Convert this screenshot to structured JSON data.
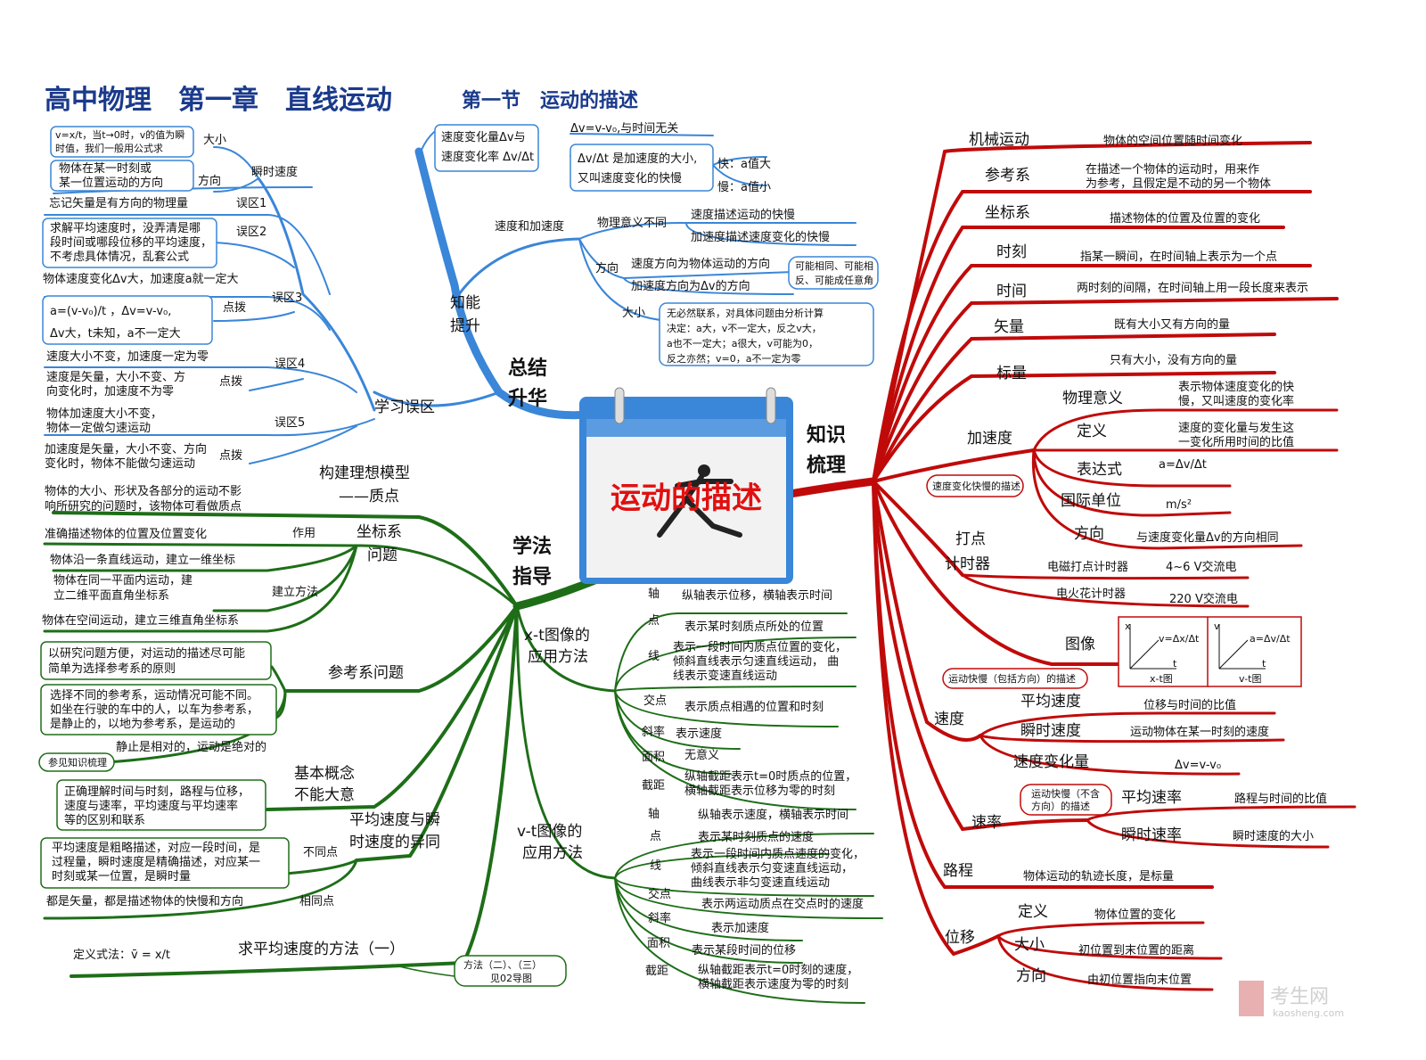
{
  "title": {
    "main": "高中物理　第一章　直线运动",
    "section": "第一节　运动的描述"
  },
  "center": {
    "label": "运动的描述"
  },
  "branches": {
    "zongjie": "总结\n升华",
    "zhishi": "知识\n梳理",
    "xuefa": "学法\n指导",
    "zhineng": "知能\n提升",
    "wuqu": "学习误区"
  },
  "zhineng": {
    "box1": [
      "速度变化量Δv与",
      "速度变化率 Δv/Δt"
    ],
    "dv": "Δv=v-v₀,与时间无关",
    "dvdt": [
      "Δv/Δt 是加速度的大小,",
      "又叫速度变化的快慢"
    ],
    "fast": "快：a值大",
    "slow": "慢：a值小",
    "sudu_jiasudu": "速度和加速度",
    "wuli": "物理意义不同",
    "wuli1": "速度描述运动的快慢",
    "wuli2": "加速度描述速度变化的快慢",
    "fangxiang": "方向",
    "fx1": "速度方向为物体运动的方向",
    "fx2": "加速度方向为Δv的方向",
    "fxnote": [
      "可能相同、可能相",
      "反、可能成任意角"
    ],
    "daxiao": "大小",
    "dxbox": [
      "无必然联系，对具体问题由分析计算",
      "决定：a大，v不一定大，反之v大，",
      "a也不一定大；a很大，v可能为0，",
      "反之亦然；v=0，a不一定为零"
    ]
  },
  "wuqu": {
    "box_v": [
      "v=x/t，当t→0时，v的值为瞬",
      "时值，我们一般用公式求"
    ],
    "daxiao": "大小",
    "fxbox": [
      "物体在某一时刻或",
      "某一位置运动的方向"
    ],
    "fangxiang": "方向",
    "shunshi": "瞬时速度",
    "wq1_text": "忘记矢量是有方向的物理量",
    "wq1": "误区1",
    "wq2_box": [
      "求解平均速度时，没弄清是哪",
      "段时间或哪段位移的平均速度，",
      "不考虑具体情况，乱套公式"
    ],
    "wq2": "误区2",
    "wq3_text": "物体速度变化Δv大，加速度a就一定大",
    "wq3": "误区3",
    "wq3_box": [
      "a=(v-v₀)/t ，Δv=v-v₀,",
      "Δv大，t未知，a不一定大"
    ],
    "dianbo": "点拨",
    "wq4_text": "速度大小不变，加速度一定为零",
    "wq4": "误区4",
    "wq4_box": [
      "速度是矢量，大小不变、方",
      "向变化时，加速度不为零"
    ],
    "wq5_text": [
      "物体加速度大小不变，",
      "物体一定做匀速运动"
    ],
    "wq5": "误区5",
    "wq5_box": [
      "加速度是矢量，大小不变、方向",
      "变化时，物体不能做匀速运动"
    ]
  },
  "zhishi": {
    "items": [
      {
        "k": "机械运动",
        "v": "物体的空间位置随时间变化"
      },
      {
        "k": "参考系",
        "v": "在描述一个物体的运动时，用来作\n为参考，且假定是不动的另一个物体"
      },
      {
        "k": "坐标系",
        "v": "描述物体的位置及位置的变化"
      },
      {
        "k": "时刻",
        "v": "指某一瞬间，在时间轴上表示为一个点"
      },
      {
        "k": "时间",
        "v": "两时刻的间隔，在时间轴上用一段长度来表示"
      },
      {
        "k": "矢量",
        "v": "既有大小又有方向的量"
      },
      {
        "k": "标量",
        "v": "只有大小，没有方向的量"
      }
    ],
    "jiasudu": "加速度",
    "jsd_note": "速度变化快慢的描述",
    "jsd": [
      {
        "k": "物理意义",
        "v": "表示物体速度变化的快\n慢，又叫速度的变化率"
      },
      {
        "k": "定义",
        "v": "速度的变化量与发生这\n一变化所用时间的比值"
      },
      {
        "k": "表达式",
        "v": "a=Δv/Δt"
      },
      {
        "k": "国际单位",
        "v": "m/s²"
      },
      {
        "k": "方向",
        "v": "与速度变化量Δv的方向相同"
      }
    ],
    "dadian": "打点\n计时器",
    "dd1": "电磁打点计时器",
    "dd1v": "4~6 V交流电",
    "dd2": "电火花计时器",
    "dd2v": "220 V交流电",
    "tuxiang": "图像",
    "graph1": {
      "f": "v=Δx/Δt",
      "cap": "x-t图",
      "ax": "x",
      "t": "t"
    },
    "graph2": {
      "f": "a=Δv/Δt",
      "cap": "v-t图",
      "ax": "v",
      "t": "t"
    },
    "sudu_note": "运动快慢（包括方向）的描述",
    "sudu": "速度",
    "sd": [
      {
        "k": "平均速度",
        "v": "位移与时间的比值"
      },
      {
        "k": "瞬时速度",
        "v": "运动物体在某一时刻的速度"
      },
      {
        "k": "速度变化量",
        "v": "Δv=v-v₀"
      }
    ],
    "sulv_note": "运动快慢（不含\n方向）的描述",
    "sulv": "速率",
    "sl": [
      {
        "k": "平均速率",
        "v": "路程与时间的比值"
      },
      {
        "k": "瞬时速率",
        "v": "瞬时速度的大小"
      }
    ],
    "lucheng": "路程",
    "lucheng_v": "物体运动的轨迹长度，是标量",
    "weiyi": "位移",
    "wy": [
      {
        "k": "定义",
        "v": "物体位置的变化"
      },
      {
        "k": "大小",
        "v": "初位置到末位置的距离"
      },
      {
        "k": "方向",
        "v": "由初位置指向末位置"
      }
    ]
  },
  "xuefa": {
    "model": "构建理想模型\n——质点",
    "model_text": [
      "物体的大小、形状及各部分的运动不影",
      "响所研究的问题时，该物体可看做质点"
    ],
    "zuobiao": "坐标系\n问题",
    "zuoyong": "作用",
    "zuoyong_text": "准确描述物体的位置及位置变化",
    "jianli": "建立方法",
    "jl1": "物体沿一条直线运动，建立一维坐标",
    "jl2": [
      "物体在同一平面内运动，建",
      "立二维平面直角坐标系"
    ],
    "jl3": "物体在空间运动，建立三维直角坐标系",
    "cankao": "参考系问题",
    "ck1": [
      "以研究问题方便，对运动的描述尽可能",
      "简单为选择参考系的原则"
    ],
    "ck2": [
      "选择不同的参考系，运动情况可能不同。",
      "如坐在行驶的车中的人，以车为参考系，",
      "是静止的，以地为参考系，是运动的"
    ],
    "ck3": "静止是相对的，运动是绝对的",
    "ref_note": "参见知识梳理",
    "jiben": "基本概念\n不能大意",
    "jb_box": [
      "正确理解时间与时刻，路程与位移，",
      "速度与速率，平均速度与平均速率",
      "等的区别和联系"
    ],
    "pingjun": "平均速度与瞬\n时速度的异同",
    "butong": "不同点",
    "bt_box": [
      "平均速度是粗略描述，对应一段时间，是",
      "过程量，瞬时速度是精确描述，对应某一",
      "时刻或某一位置，是瞬时量"
    ],
    "xiangtong": "相同点",
    "xt_text": "都是矢量，都是描述物体的快慢和方向",
    "qiu": "求平均速度的方法（一）",
    "dingyi": "定义式法：v̄ = x/t",
    "fangfa_note": [
      "方法（二）、（三）",
      "见02导图"
    ],
    "xt": {
      "label": "x-t图像的\n应用方法",
      "items": [
        {
          "k": "轴",
          "v": "纵轴表示位移，横轴表示时间"
        },
        {
          "k": "点",
          "v": "表示某时刻质点所处的位置"
        },
        {
          "k": "线",
          "v": "表示一段时间内质点位置的变化，\n倾斜直线表示匀速直线运动，  曲\n线表示变速直线运动"
        },
        {
          "k": "交点",
          "v": "表示质点相遇的位置和时刻"
        },
        {
          "k": "斜率",
          "v": "表示速度"
        },
        {
          "k": "面积",
          "v": "无意义"
        },
        {
          "k": "截距",
          "v": "纵轴截距表示t=0时质点的位置，\n横轴截距表示位移为零的时刻"
        }
      ]
    },
    "vt": {
      "label": "v-t图像的\n应用方法",
      "items": [
        {
          "k": "轴",
          "v": "纵轴表示速度，横轴表示时间"
        },
        {
          "k": "点",
          "v": "表示某时刻质点的速度"
        },
        {
          "k": "线",
          "v": "表示一段时间内质点速度的变化，\n倾斜直线表示匀变速直线运动，\n曲线表示非匀变速直线运动"
        },
        {
          "k": "交点",
          "v": "表示两运动质点在交点时的速度"
        },
        {
          "k": "斜率",
          "v": "表示加速度"
        },
        {
          "k": "面积",
          "v": "表示某段时间的位移"
        },
        {
          "k": "截距",
          "v": "纵轴截距表示t=0时刻的速度，\n横轴截距表示速度为零的时刻"
        }
      ]
    }
  },
  "watermark": {
    "cn": "考生网",
    "en": "kaosheng.com"
  }
}
